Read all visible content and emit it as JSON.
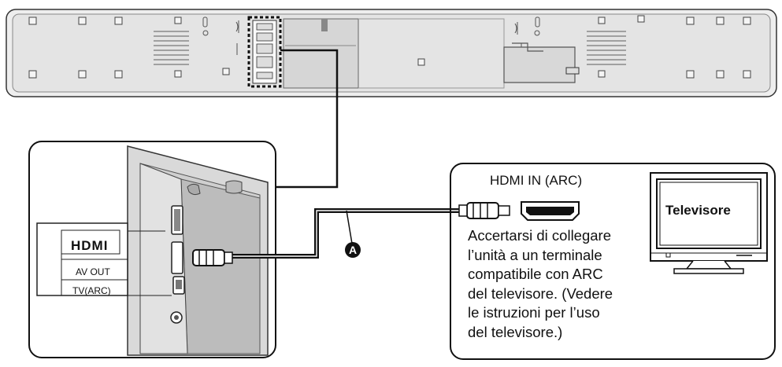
{
  "connection": {
    "hdmi_in_label": "HDMI IN (ARC)",
    "cable_marker": "A",
    "note_lines": [
      "Accertarsi di collegare",
      "l’unità a un terminale",
      "compatibile con ARC",
      "del televisore. (Vedere",
      "le istruzioni per l’uso",
      "del televisore.)"
    ]
  },
  "tv": {
    "label": "Televisore"
  },
  "terminal_panel": {
    "logo": "HDMI",
    "line1": "AV OUT",
    "line2": "TV(ARC)"
  },
  "colors": {
    "cable": "#1a1a1a",
    "soundbar_body": "#e9e9e9",
    "outline": "#222222"
  }
}
